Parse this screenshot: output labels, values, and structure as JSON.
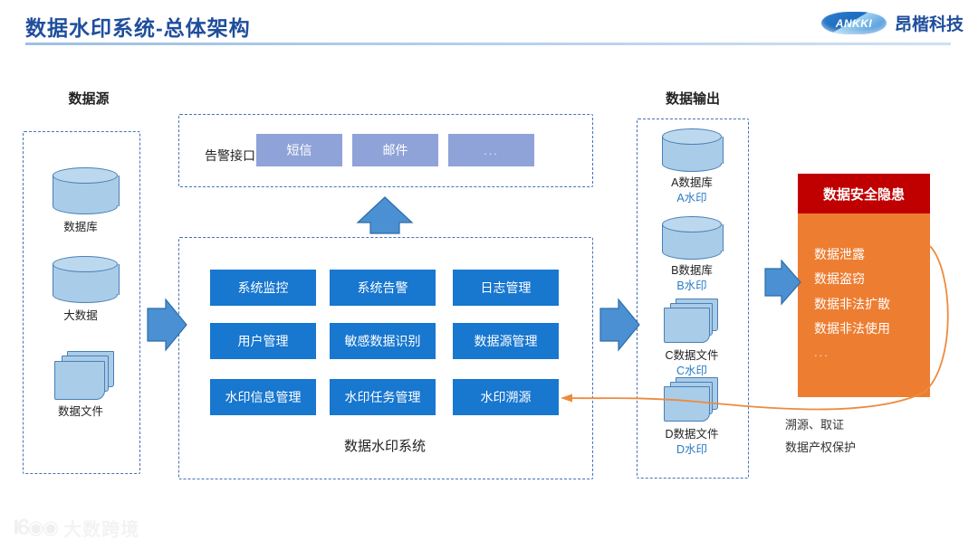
{
  "header": {
    "title": "数据水印系统-总体架构",
    "logo_text": "ANKKI",
    "logo_cn": "昂楷科技"
  },
  "source": {
    "title": "数据源",
    "items": [
      {
        "label": "数据库",
        "icon": "database-cylinder-icon"
      },
      {
        "label": "大数据",
        "icon": "database-cylinder-icon"
      },
      {
        "label": "数据文件",
        "icon": "file-stack-icon"
      }
    ]
  },
  "alert": {
    "label": "告警接口",
    "channels": [
      "短信",
      "邮件",
      "..."
    ]
  },
  "core": {
    "label": "数据水印系统",
    "modules": [
      "系统监控",
      "系统告警",
      "日志管理",
      "用户管理",
      "敏感数据识别",
      "数据源管理",
      "水印信息管理",
      "水印任务管理",
      "水印溯源"
    ]
  },
  "output": {
    "title": "数据输出",
    "items": [
      {
        "label": "A数据库",
        "watermark": "A水印",
        "icon": "database-cylinder-icon"
      },
      {
        "label": "B数据库",
        "watermark": "B水印",
        "icon": "database-cylinder-icon"
      },
      {
        "label": "C数据文件",
        "watermark": "C水印",
        "icon": "file-stack-icon"
      },
      {
        "label": "D数据文件",
        "watermark": "D水印",
        "icon": "file-stack-icon"
      }
    ]
  },
  "risk": {
    "title": "数据安全隐患",
    "items": [
      "数据泄露",
      "数据盗窃",
      "数据非法扩散",
      "数据非法使用",
      "..."
    ]
  },
  "trace": {
    "line1": "溯源、取证",
    "line2": "数据产权保护"
  },
  "watermark": {
    "text": "大数跨境"
  },
  "colors": {
    "title_blue": "#1F4E9C",
    "module_blue": "#1877CF",
    "alert_chip": "#8FA3D8",
    "risk_header": "#C00000",
    "risk_body": "#ED7D31",
    "arrow_blue": "#4A90D2",
    "trace_orange": "#ED8B3E",
    "dash_border": "#4472B8"
  }
}
